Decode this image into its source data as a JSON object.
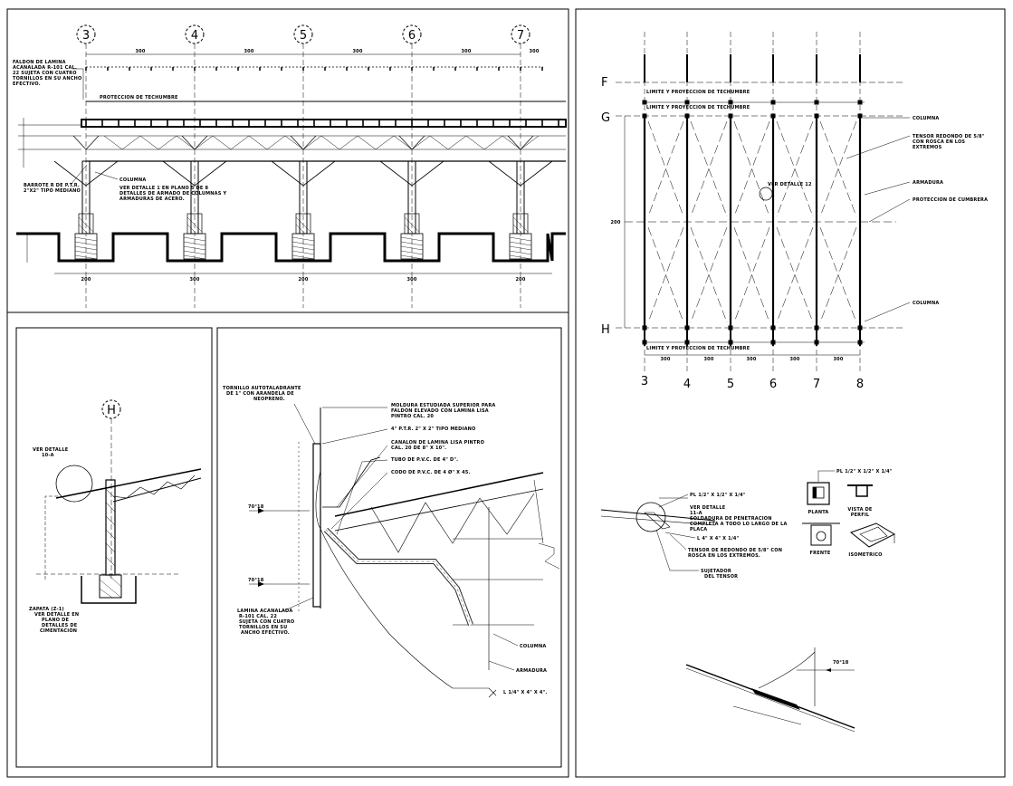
{
  "elevation": {
    "axes": [
      "3",
      "4",
      "5",
      "6",
      "7"
    ],
    "dim_marks": [
      "300",
      "300",
      "300",
      "300",
      "300"
    ],
    "notes": {
      "faldon": [
        "FALDON DE LAMINA",
        "ACANALADA R-101 CAL.",
        "22 SUJETA CON CUATRO",
        "TORNILLOS EN SU ANCHO",
        "EFECTIVO."
      ],
      "proteccion": "PROTECCION DE TECHUMBRE",
      "columna": "COLUMNA",
      "detalle": [
        "VER DETALLE 1 EN PLANO 5 DE 8",
        "DETALLES DE ARMADO DE COLUMNAS Y",
        "ARMADURAS DE ACERO."
      ],
      "barrote": [
        "BARROTE R DE P.T.R.",
        "2\"X2\" TIPO MEDIANO"
      ]
    },
    "base_dims": [
      "200",
      "300",
      "200",
      "300",
      "200"
    ]
  },
  "section_h": {
    "axis": "H",
    "ver_detalle": [
      "VER DETALLE",
      "10-A"
    ],
    "zapata": [
      "ZAPATA (Z-1)",
      "VER DETALLE EN",
      "PLANO DE",
      "DETALLES DE",
      "CIMENTACION"
    ]
  },
  "gutter": {
    "notes": {
      "tornillo": [
        "TORNILLO AUTOTALADRANTE",
        "DE 1\" CON ARANDELA DE",
        "NEOPRENO."
      ],
      "moldura": [
        "MOLDURA ESTUDIADA SUPERIOR PARA",
        "FALDON ELEVADO CON LAMINA LISA",
        "PINTRO CAL. 20"
      ],
      "ptr": "4\" P.T.R. 2\" X 2\" TIPO MEDIANO",
      "canalon": [
        "CANALON DE LAMINA LISA PINTRO",
        "CAL. 20 DE 8\" X 10\"."
      ],
      "tubo": "TUBO DE P.V.C. DE 4\" D\".",
      "codo": "CODO DE P.V.C. DE 4 Ø\" X 45.",
      "lamina": [
        "LAMINA ACANALADA",
        "R-101 CAL. 22",
        "SUJETA CON CUATRO",
        "TORNILLOS EN SU",
        "ANCHO EFECTIVO."
      ],
      "columna": "COLUMNA",
      "armadura": "ARMADURA",
      "angulo": "L 1/4\" X 4\" X 4\"."
    },
    "angles": [
      "70°18",
      "70°18"
    ]
  },
  "plan": {
    "rows": [
      "F",
      "G",
      "H"
    ],
    "cols": [
      "3",
      "4",
      "5",
      "6",
      "7",
      "8"
    ],
    "col_dims": [
      "300",
      "300",
      "300",
      "300",
      "300"
    ],
    "side_dim": "200",
    "notes": {
      "limite_top": "LIMITE Y PROYECCION DE TECHUMBRE",
      "limite_g": "LIMITE Y PROYECCION DE TECHUMBRE",
      "limite_bottom": "LIMITE Y PROYECCION DE TECHUMBRE",
      "columna_top": "COLUMNA",
      "tensor": [
        "TENSOR REDONDO DE 5/8\"",
        "CON ROSCA EN LOS",
        "EXTREMOS"
      ],
      "armadura": "ARMADURA",
      "proteccion": "PROTECCION DE CUMBRERA",
      "columna_bottom": "COLUMNA",
      "ver_detalle": "VER DETALLE 12"
    }
  },
  "tensor_detail": {
    "notes": {
      "placa_top": "PL 1/2\" X 1/2\" X 1/4\"",
      "ver_detalle": [
        "VER DETALLE",
        "11-A",
        "SOLDADURA DE PENETRACION",
        "COMPLETA A TODO LO LARGO DE LA",
        "PLACA"
      ],
      "angulo": "L 4\" X 4\" X 1/4\"",
      "tensor": [
        "TENSOR DE REDONDO DE 5/8\" CON",
        "ROSCA EN LOS EXTREMOS."
      ],
      "sujetador": [
        "SUJETADOR",
        "DEL TENSOR"
      ]
    },
    "plate_title": "PL 1/2\" X 1/2\" X 1/4\"",
    "views": {
      "planta": "PLANTA",
      "vista": [
        "VISTA DE",
        "PERFIL"
      ],
      "frente": "FRENTE",
      "isometrico": "ISOMETRICO"
    }
  },
  "bracket": {
    "angle": "70°18"
  }
}
